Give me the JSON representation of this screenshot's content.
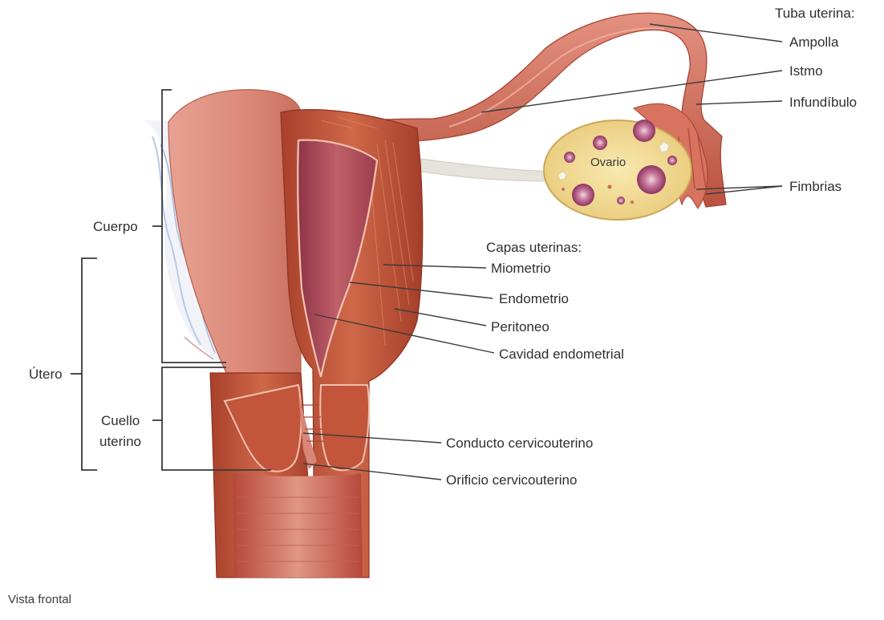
{
  "diagram": {
    "caption": "Vista frontal",
    "tube_heading": "Tuba uterina:",
    "layers_heading": "Capas uterinas:",
    "ovary_label": "Ovario",
    "right_labels": {
      "ampolla": "Ampolla",
      "istmo": "Istmo",
      "infundibulo": "Infundíbulo",
      "fimbrias": "Fimbrias",
      "miometrio": "Miometrio",
      "endometrio": "Endometrio",
      "peritoneo": "Peritoneo",
      "cavidad": "Cavidad endometrial",
      "conducto": "Conducto cervicouterino",
      "orificio": "Orificio cervicouterino"
    },
    "left_labels": {
      "cuerpo": "Cuerpo",
      "utero": "Útero",
      "cuello_line1": "Cuello",
      "cuello_line2": "uterino"
    },
    "colors": {
      "muscle": "#c2553a",
      "muscle_dark": "#9c3a26",
      "muscle_light": "#e08a6c",
      "endometrium": "#b44b52",
      "mucosa": "#d9857c",
      "ovary": "#f2dc93",
      "follicle": "#a2446e",
      "ligament": "#e4e2dc",
      "vessels": "#b9c9e6"
    }
  }
}
